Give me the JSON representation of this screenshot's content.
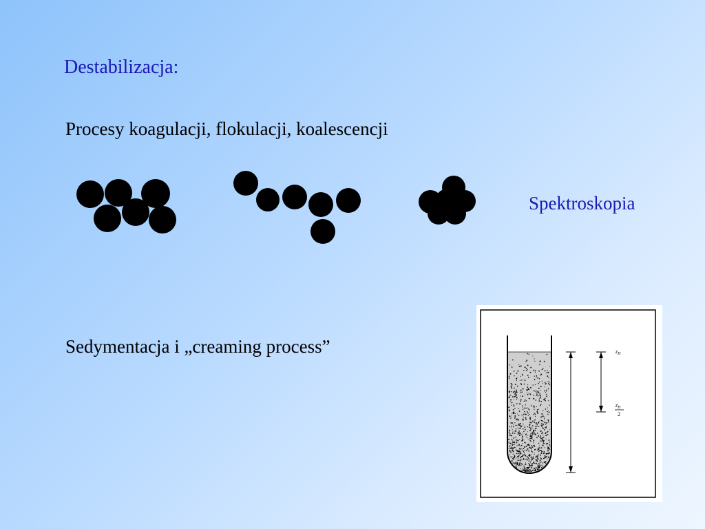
{
  "slide": {
    "title": "Destabilizacja:",
    "line1": "Procesy koagulacji, flokulacji, koalescencji",
    "side_label": "Spektroskopia",
    "line2": "Sedymentacja i „creaming process”"
  },
  "figure": {
    "top_label": "z",
    "top_label_subscript": "H",
    "mid_label": "z",
    "mid_label_subscript": "H",
    "mid_label_denominator": "2"
  },
  "colors": {
    "title": "#1a1ab4",
    "body_text": "#000000",
    "particle": "#000000",
    "background_start": "#8ec3fb",
    "background_end": "#eef6ff"
  }
}
